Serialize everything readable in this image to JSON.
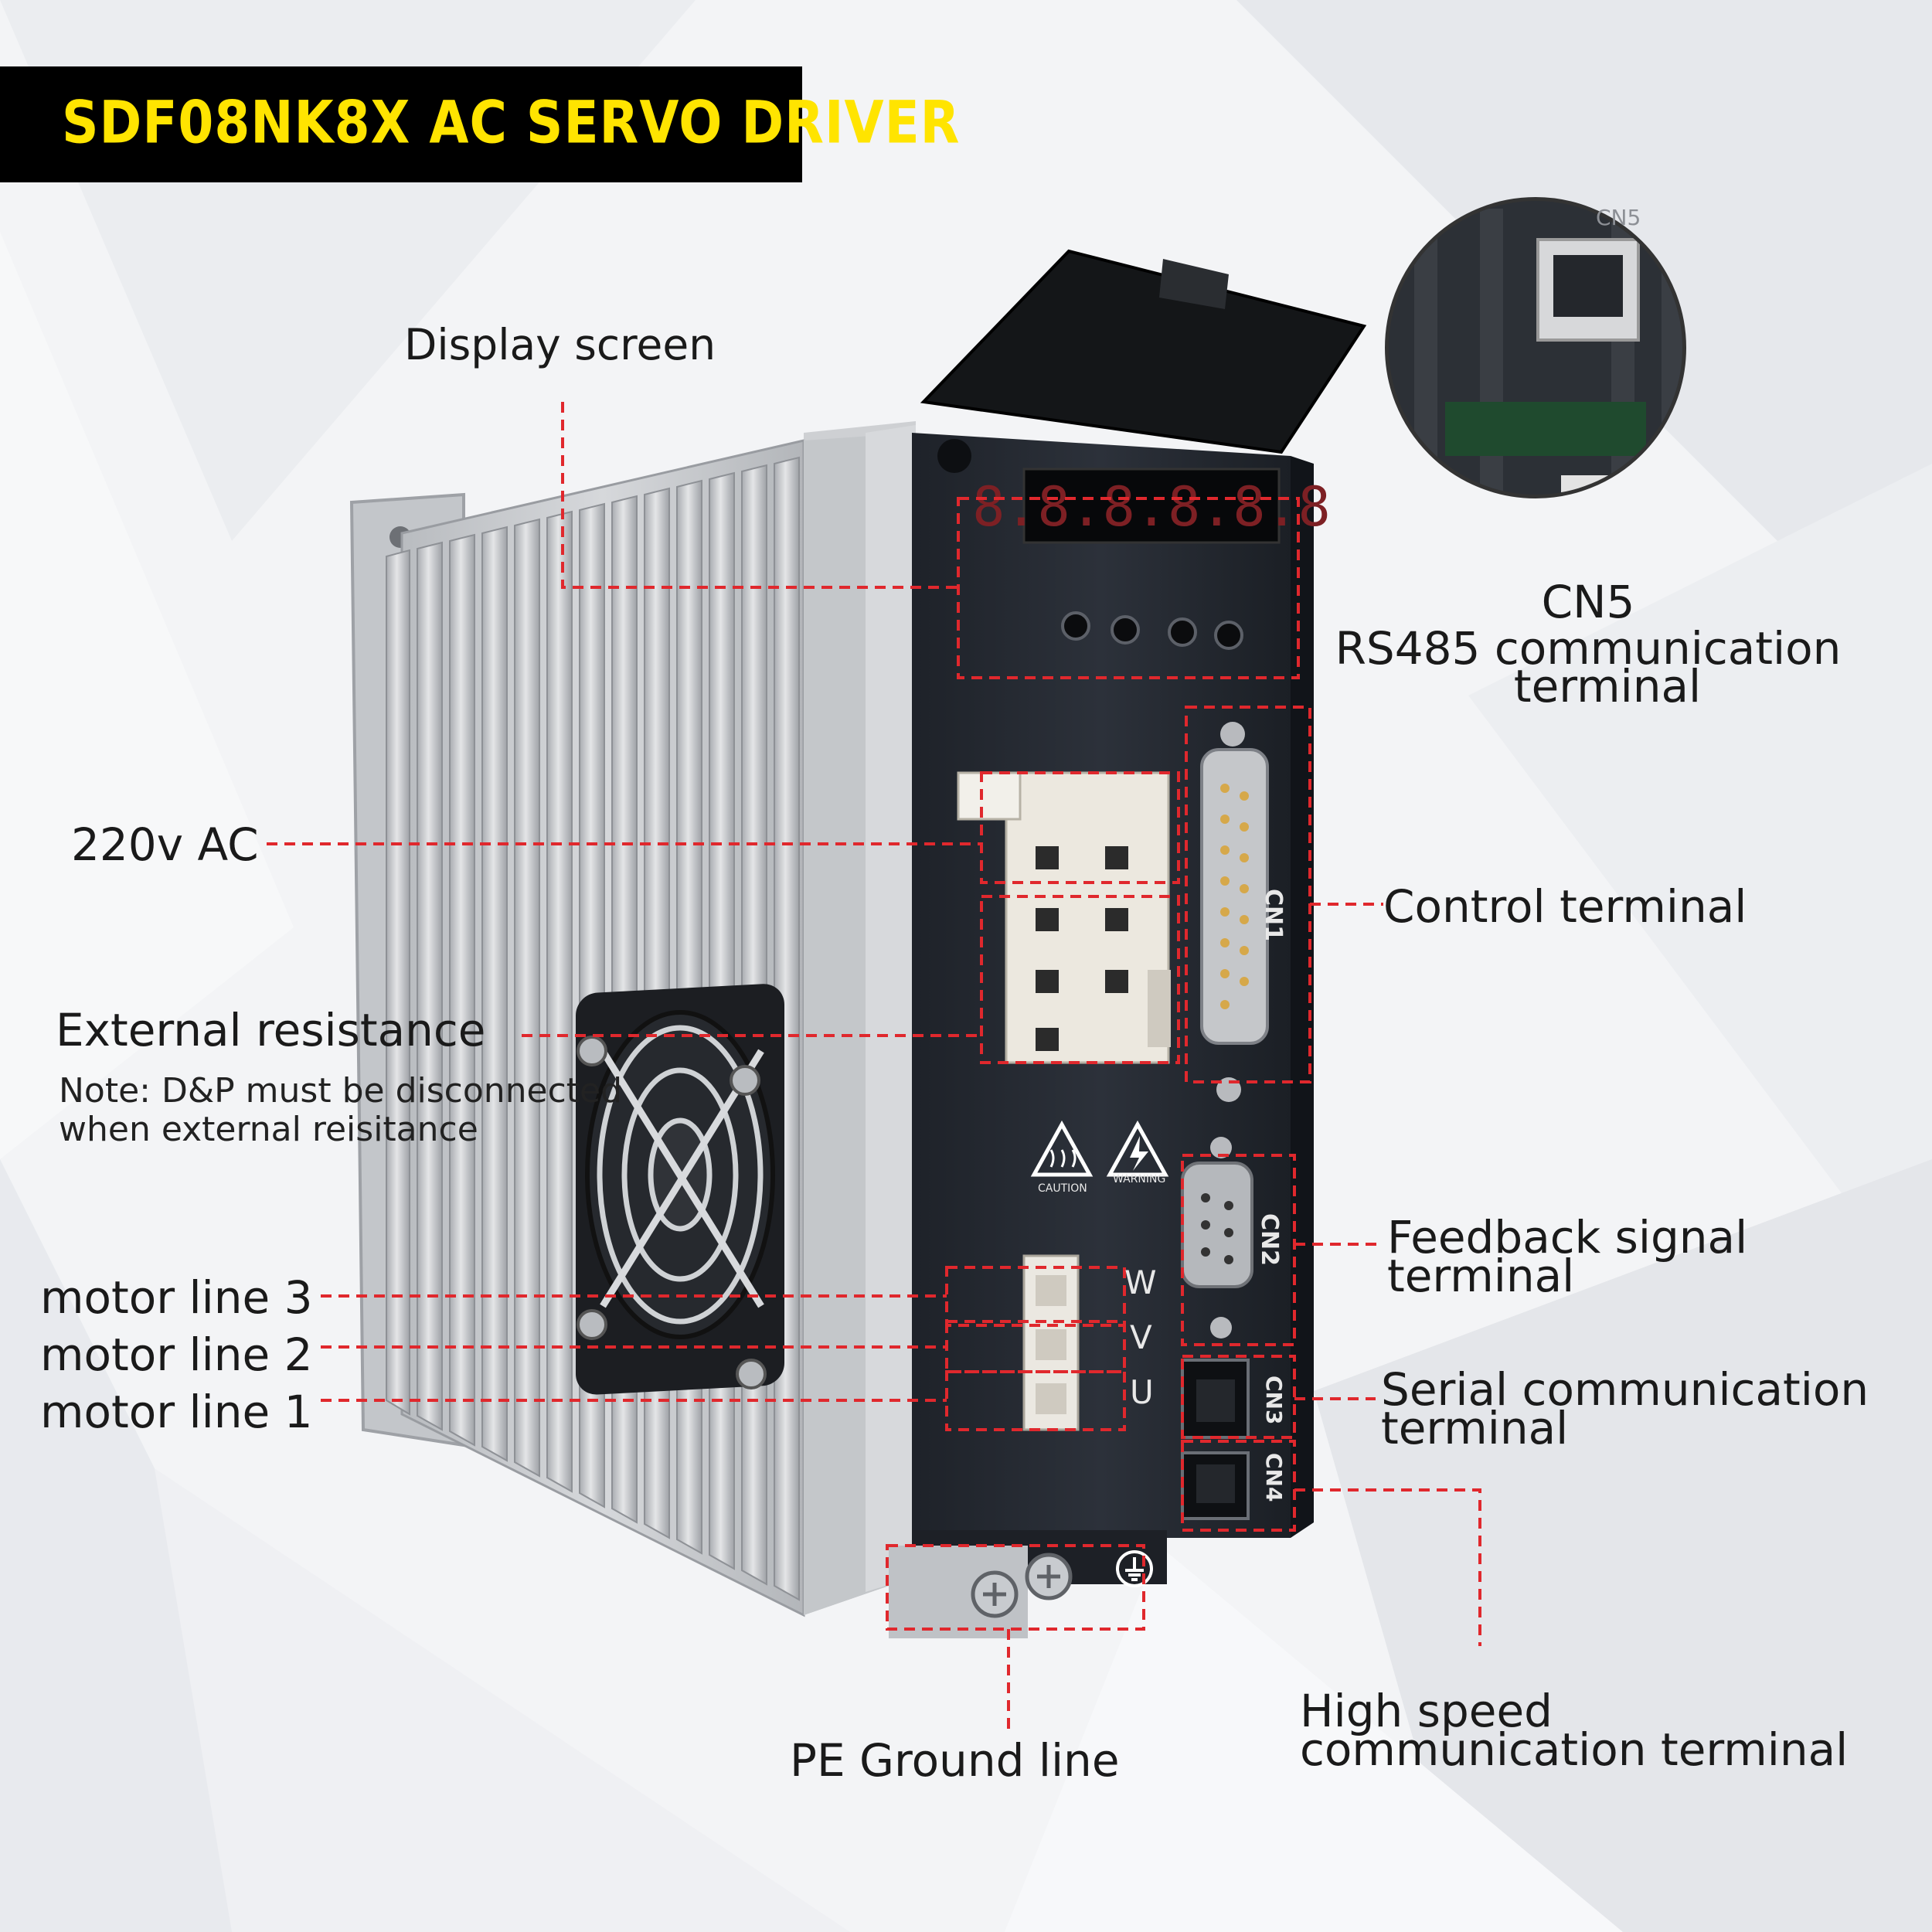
{
  "header": {
    "title": "SDF08NK8X   AC SERVO DRIVER",
    "title_color": "#ffe400",
    "title_bg": "#000000"
  },
  "labels": {
    "display_screen": "Display screen",
    "cn5_name": "CN5",
    "cn5_desc_1": "RS485 communication",
    "cn5_desc_2": "terminal",
    "power_input": "220v AC",
    "control_terminal": "Control terminal",
    "external_resistance": "External resistance",
    "note_1": "Note: D&P must be disconnected",
    "note_2": "when external reisitance",
    "feedback_1": "Feedback signal",
    "feedback_2": "terminal",
    "motor_line_3": "motor line 3",
    "motor_line_2": "motor line 2",
    "motor_line_1": "motor line 1",
    "serial_1": "Serial communication",
    "serial_2": "terminal",
    "high_speed_1": "High speed",
    "high_speed_2": "communication terminal",
    "pe_ground": "PE Ground line"
  },
  "silkscreen": {
    "display_digits": "8.8.8.8.8.8",
    "cn1": "CN1",
    "cn2": "CN2",
    "cn3": "CN3",
    "cn4": "CN4",
    "cn5_inset": "CN5",
    "w": "W",
    "v": "V",
    "u": "U",
    "caution": "CAUTION",
    "warning": "WARNING"
  },
  "colors": {
    "callout_red": "#e0282d",
    "panel_dark": "#262b33",
    "heatsink": "#c9cbce",
    "background": "#f2f3f5"
  },
  "icons": {
    "heat": "hot-surface-icon",
    "shock": "high-voltage-icon",
    "ground": "ground-symbol-icon",
    "fan": "fan-icon"
  }
}
